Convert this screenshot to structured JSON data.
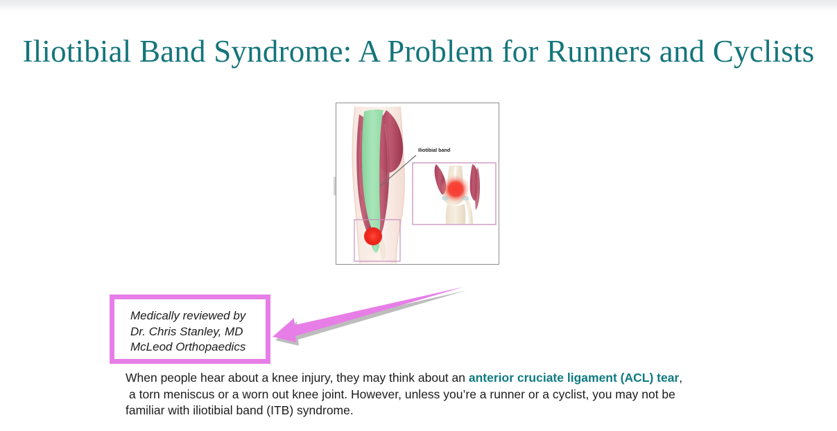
{
  "page": {
    "background_color": "#ffffff",
    "accent_teal": "#14757a",
    "callout_pink": "#e77ee7"
  },
  "header": {
    "title": "Iliotibial Band Syndrome: A Problem for Runners and Cyclists"
  },
  "figure": {
    "name": "iliotibial-band-anatomy-illustration",
    "alt_label": "Iliotibial band anatomy diagram",
    "annotation_label": "Iliotibial band",
    "colors": {
      "it_band": "#98dfae",
      "muscle": "#b04a5f",
      "skin": "#f6e3dc",
      "bone": "#efe4d4",
      "pain_spot": "#ef2b24",
      "inset_border": "#c98fbb",
      "leader_line": "#6e6e6e"
    }
  },
  "reviewer": {
    "line1": "Medically reviewed by",
    "line2": "Dr. Chris Stanley, MD",
    "line3": "McLeod Orthopaedics"
  },
  "arrow": {
    "name": "pink-callout-arrow",
    "direction": "left",
    "fill": "#e77ee7",
    "shadow": "rgba(90,90,90,0.55)"
  },
  "body": {
    "line1_before_link": "When people hear about a knee injury, they may think about an ",
    "link_text": "anterior cruciate ligament (ACL) tear",
    "line1_after_link": ",",
    "line2": "a torn meniscus or a worn out knee joint. However, unless you’re a runner or a cyclist, you may not be",
    "line3": "familiar with iliotibial band (ITB) syndrome."
  }
}
